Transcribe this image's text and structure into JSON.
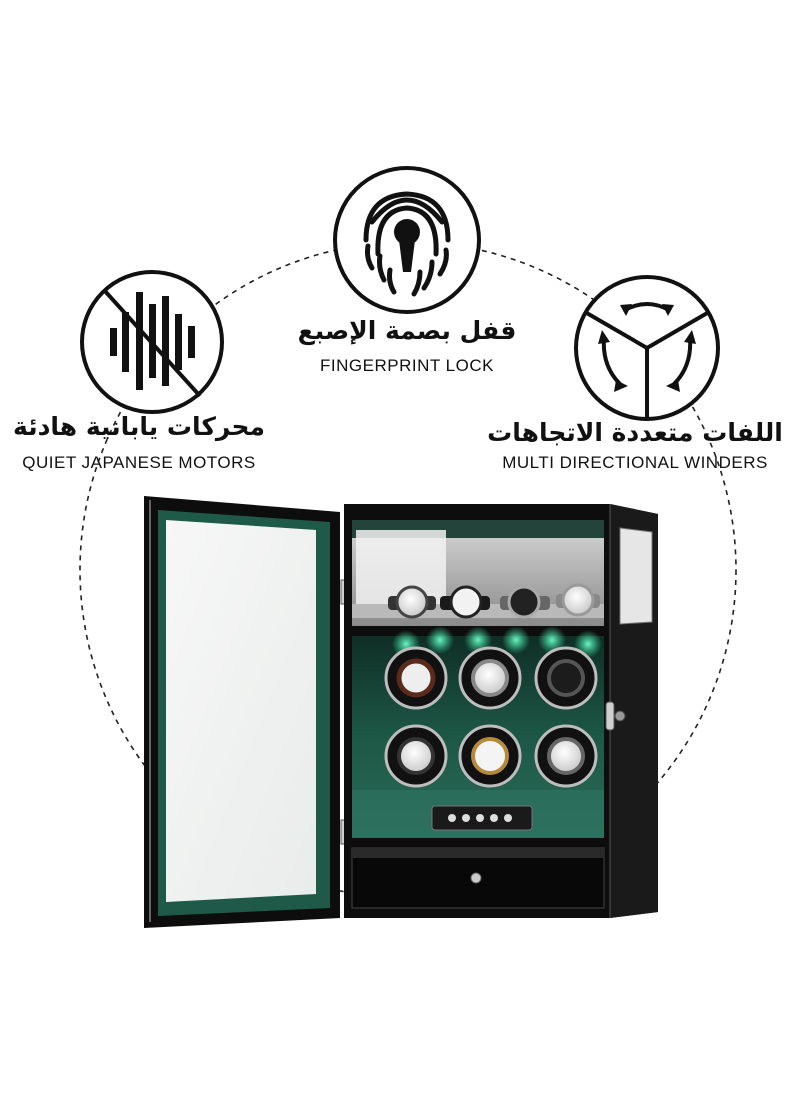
{
  "features": {
    "fingerprint": {
      "label_ar": "قفل بصمة الإصبع",
      "label_en": "FINGERPRINT LOCK",
      "icon": "fingerprint-keyhole-icon"
    },
    "motors": {
      "label_ar": "محركات يابانية هادئة",
      "label_en": "QUIET JAPANESE MOTORS",
      "icon": "sound-wave-muted-icon"
    },
    "winders": {
      "label_ar": "اللفات متعددة الاتجاهات",
      "label_en": "MULTI DIRECTIONAL WINDERS",
      "icon": "rotation-arrows-icon"
    }
  },
  "product": {
    "name": "watch-winder-cabinet",
    "accent_color": "#1f5a48",
    "glow_color": "#38e6a8",
    "frame_color": "#0d0d0d"
  }
}
